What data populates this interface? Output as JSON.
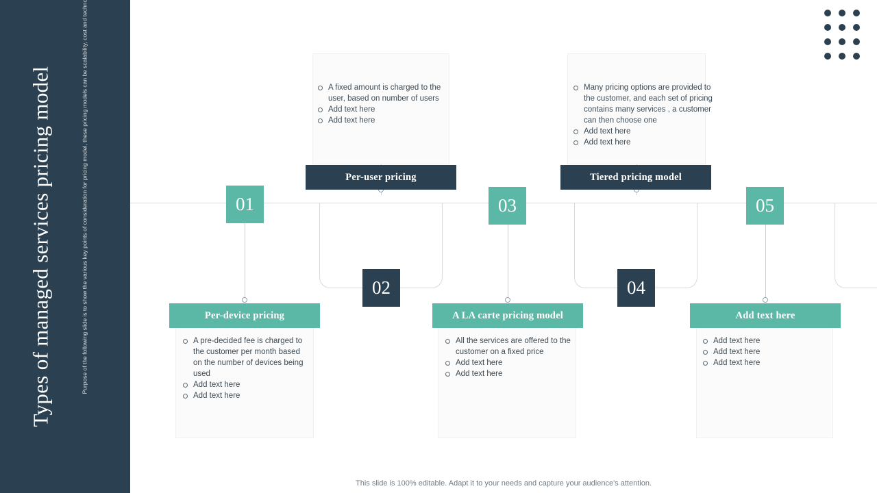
{
  "slide": {
    "title": "Types of managed services pricing model",
    "subtitle": "Purpose of the following slide is to show the various key points of consideration for pricing model, these pricing models can be scalability, cost and technology.",
    "footer": "This slide is 100% editable. Adapt it to your needs and capture your audience's attention.",
    "colors": {
      "dark": "#2b4050",
      "teal": "#5cb8a6",
      "panel": "#fbfbfb",
      "line": "#d6dadd"
    }
  },
  "steps": [
    {
      "number": "01",
      "number_style": "teal",
      "bar_label": "Per-device pricing",
      "bar_style": "teal",
      "bullets": [
        "A pre-decided fee is charged to the customer per month based on the number of devices being used",
        "Add text here",
        "Add text here"
      ]
    },
    {
      "number": "02",
      "number_style": "dark",
      "bar_label": "Per-user pricing",
      "bar_style": "dark",
      "bullets": [
        "A fixed amount is charged to the user, based on number of users",
        "Add text here",
        "Add text here"
      ]
    },
    {
      "number": "03",
      "number_style": "teal",
      "bar_label": "A LA carte pricing model",
      "bar_style": "teal",
      "bullets": [
        "All the services are offered to the customer on a fixed price",
        "Add text here",
        "Add text here"
      ]
    },
    {
      "number": "04",
      "number_style": "dark",
      "bar_label": "Tiered pricing model",
      "bar_style": "dark",
      "bullets": [
        "Many pricing options are provided to the customer, and each set of pricing contains many services , a customer can then choose one",
        "Add text here",
        "Add text here"
      ]
    },
    {
      "number": "05",
      "number_style": "teal",
      "bar_label": "Add text here",
      "bar_style": "teal",
      "bullets": [
        "Add text here",
        "Add text here",
        "Add text here"
      ]
    }
  ],
  "decoration": {
    "dot_grid_icon": "dot-grid-icon",
    "dot_count": 12
  }
}
